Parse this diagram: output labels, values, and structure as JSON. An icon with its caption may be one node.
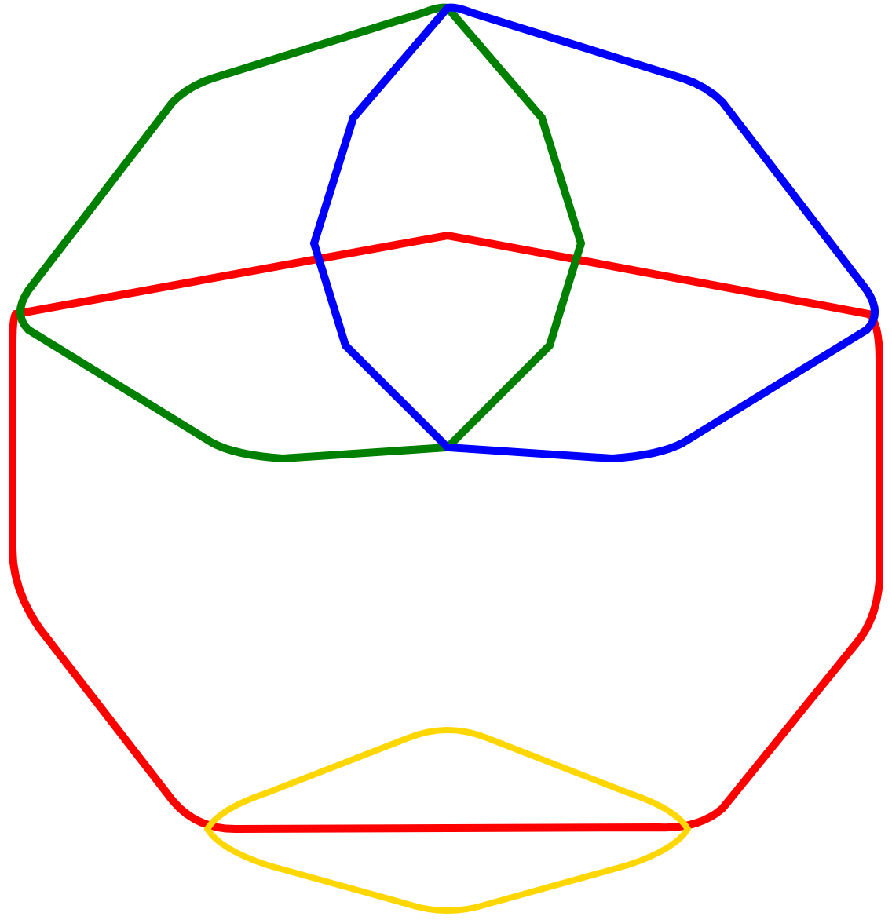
{
  "diagram": {
    "nodes": [
      {
        "text": [],
        "shape": "hexagon"
      },
      {
        "text": [],
        "shape": "hexagon"
      },
      {
        "text": [],
        "shape": "hexagon"
      },
      {
        "text": [],
        "shape": "lens"
      }
    ]
  }
}
